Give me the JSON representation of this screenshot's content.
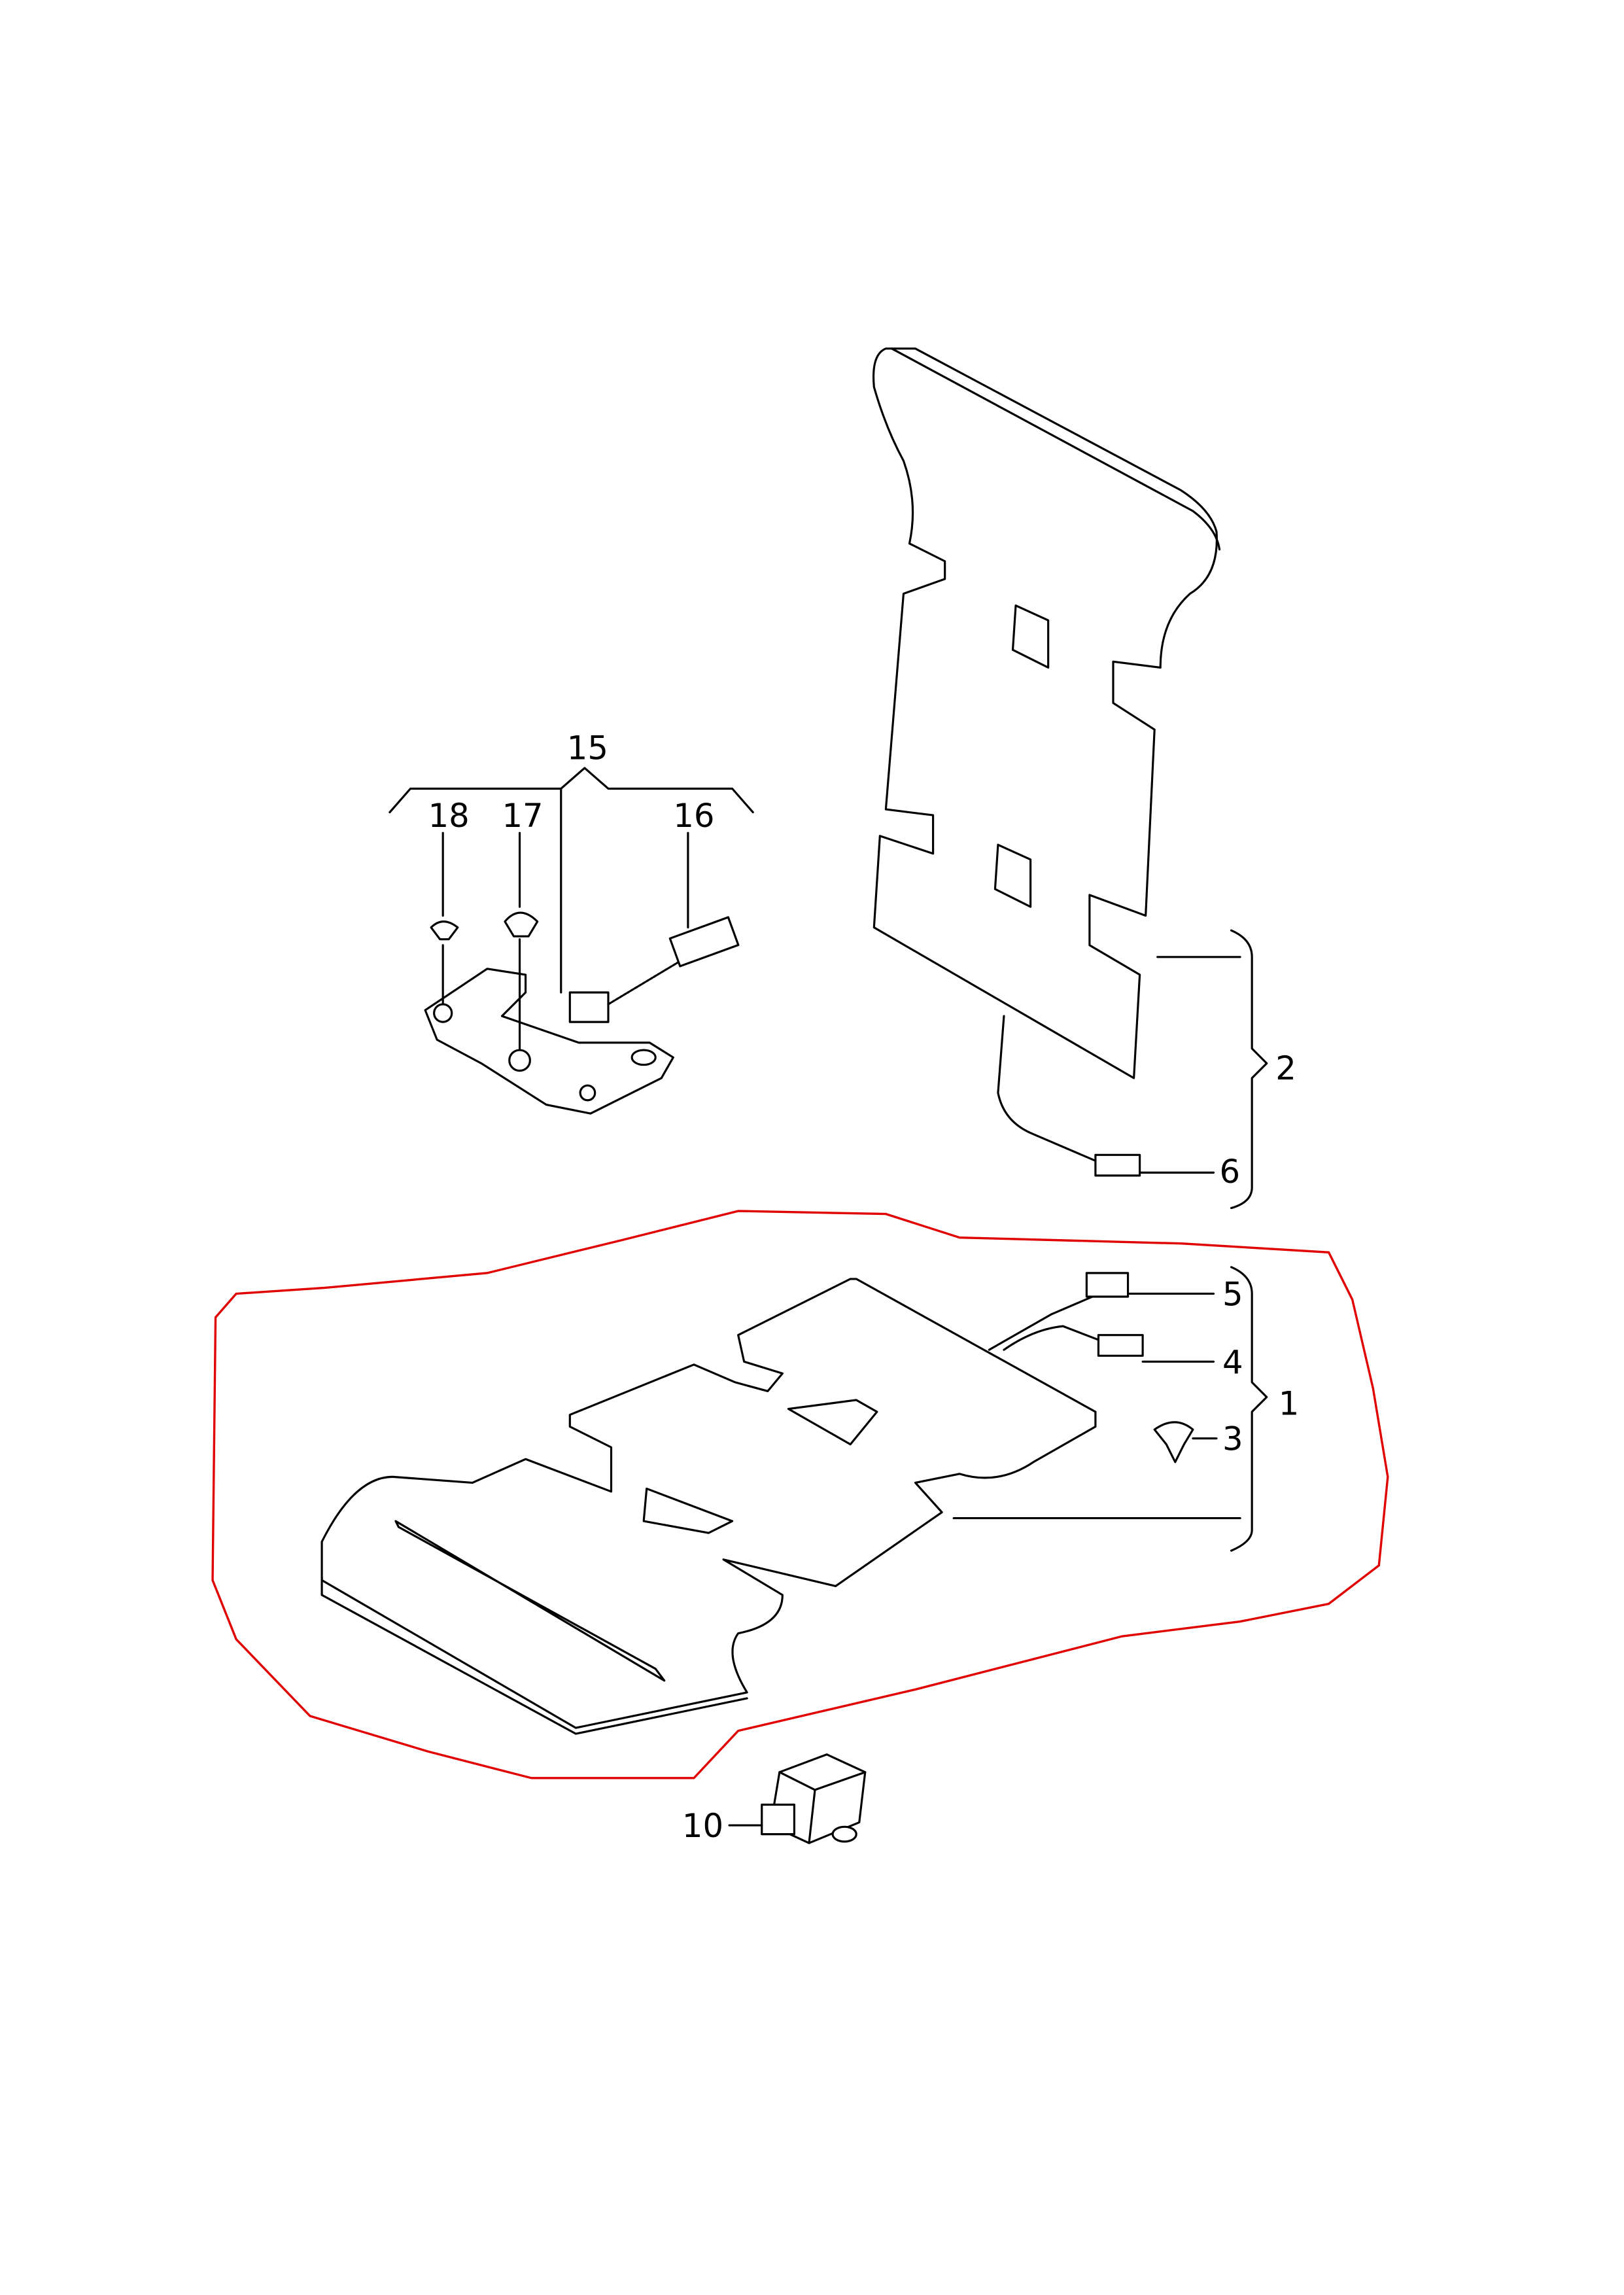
{
  "diagram": {
    "labels": {
      "p1": "1",
      "p2": "2",
      "p3": "3",
      "p4": "4",
      "p5": "5",
      "p6": "6",
      "p10": "10",
      "p15": "15",
      "p16": "16",
      "p17": "17",
      "p18": "18"
    },
    "highlight_color": "#e00000"
  }
}
